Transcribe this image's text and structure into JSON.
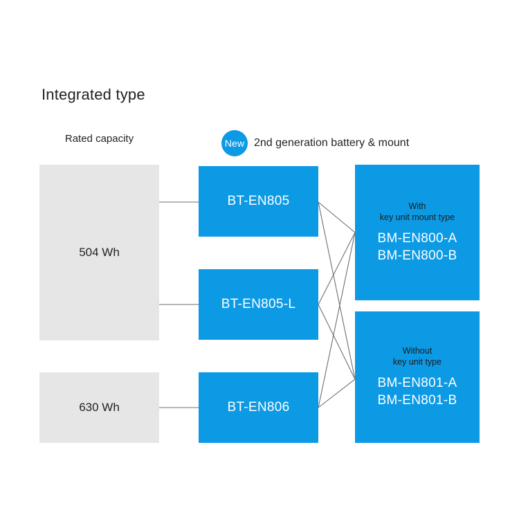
{
  "title": "Integrated type",
  "colors": {
    "accent_blue": "#0d9ae5",
    "gray_box": "#e6e6e6",
    "text_dark": "#231f20",
    "connector": "#6e6e6e",
    "background": "#ffffff"
  },
  "headers": {
    "capacity": "Rated capacity",
    "badge": "New",
    "generation": "2nd generation battery & mount"
  },
  "capacity_nodes": [
    {
      "label": "504 Wh"
    },
    {
      "label": "630 Wh"
    }
  ],
  "battery_nodes": [
    {
      "label": "BT-EN805"
    },
    {
      "label": "BT-EN805-L"
    },
    {
      "label": "BT-EN806"
    }
  ],
  "mount_nodes": [
    {
      "subtitle_line1": "With",
      "subtitle_line2": "key unit mount type",
      "code1": "BM-EN800-A",
      "code2": "BM-EN800-B"
    },
    {
      "subtitle_line1": "Without",
      "subtitle_line2": "key unit type",
      "code1": "BM-EN801-A",
      "code2": "BM-EN801-B"
    }
  ],
  "connections": [
    {
      "from": "504 Wh",
      "to": "BT-EN805"
    },
    {
      "from": "504 Wh",
      "to": "BT-EN805-L"
    },
    {
      "from": "630 Wh",
      "to": "BT-EN806"
    },
    {
      "from": "BT-EN805",
      "to": "BM-EN800"
    },
    {
      "from": "BT-EN805",
      "to": "BM-EN801"
    },
    {
      "from": "BT-EN805-L",
      "to": "BM-EN800"
    },
    {
      "from": "BT-EN805-L",
      "to": "BM-EN801"
    },
    {
      "from": "BT-EN806",
      "to": "BM-EN800"
    },
    {
      "from": "BT-EN806",
      "to": "BM-EN801"
    }
  ]
}
